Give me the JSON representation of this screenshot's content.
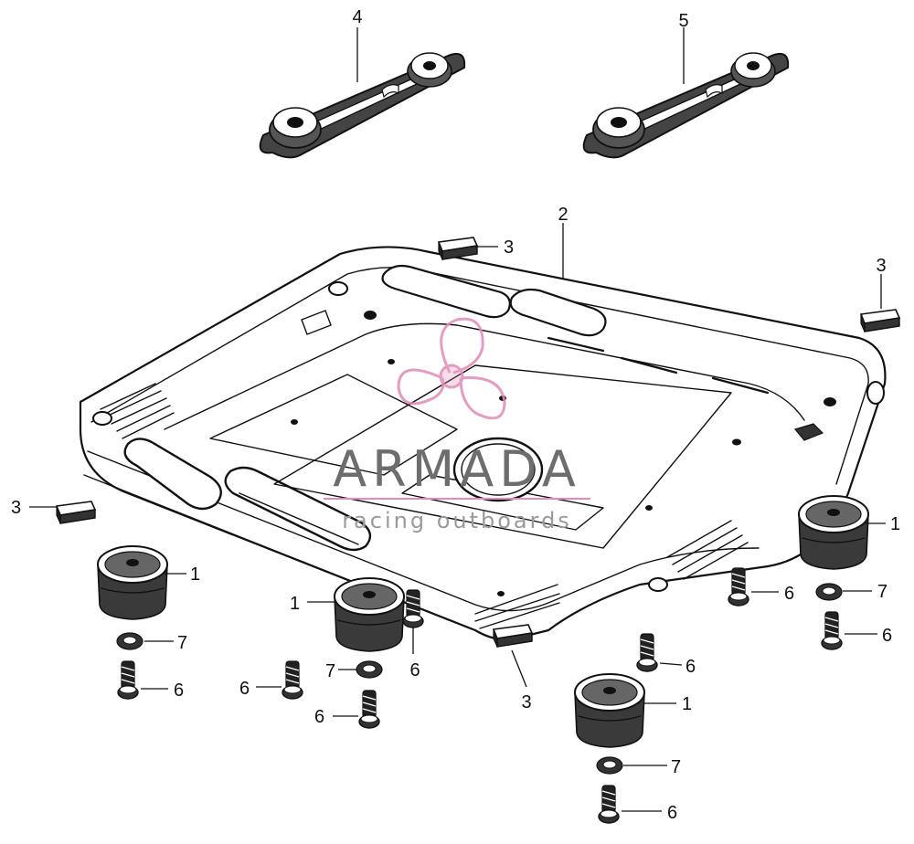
{
  "callouts": {
    "c1a": "1",
    "c1b": "1",
    "c1c": "1",
    "c1d": "1",
    "c2": "2",
    "c3a": "3",
    "c3b": "3",
    "c3c": "3",
    "c3d": "3",
    "c4": "4",
    "c5": "5",
    "c6a": "6",
    "c6b": "6",
    "c6c": "6",
    "c6d": "6",
    "c6e": "6",
    "c6f": "6",
    "c6g": "6",
    "c6h": "6",
    "c7a": "7",
    "c7b": "7",
    "c7c": "7",
    "c7d": "7"
  },
  "watermark": {
    "brand": "ARMADA",
    "tagline": "racing outboards",
    "logo": "propeller-logo-icon",
    "logo_color": "#e08cb8"
  },
  "colors": {
    "ink": "#111111",
    "watermark_text": "#6d6d6d"
  }
}
